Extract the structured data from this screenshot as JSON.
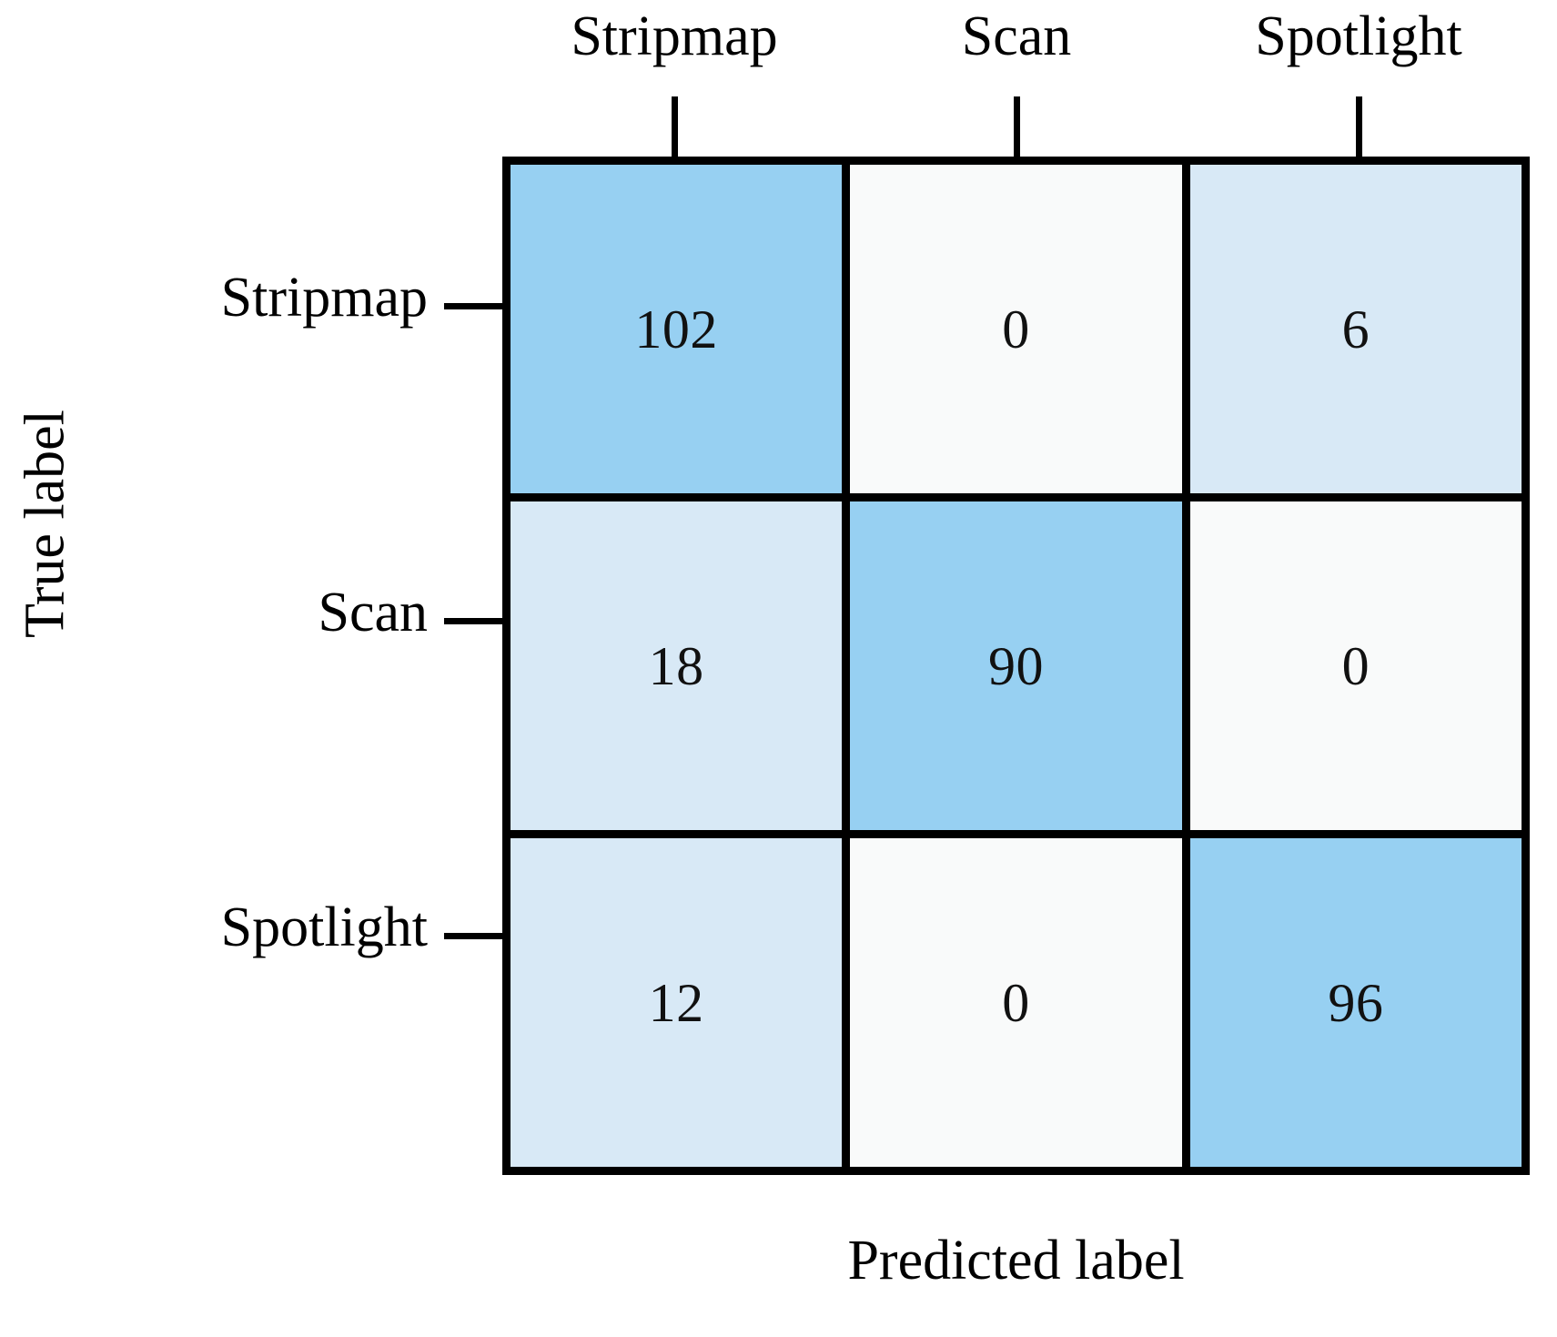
{
  "chart_data": {
    "type": "heatmap",
    "subtype": "confusion-matrix",
    "title": "",
    "xlabel": "Predicted label",
    "ylabel": "True label",
    "categories": [
      "Stripmap",
      "Scan",
      "Spotlight"
    ],
    "x_tick_labels": [
      "Stripmap",
      "Scan",
      "Spotlight"
    ],
    "y_tick_labels": [
      "Stripmap",
      "Scan",
      "Spotlight"
    ],
    "matrix": [
      [
        102,
        0,
        6
      ],
      [
        18,
        90,
        0
      ],
      [
        12,
        0,
        96
      ]
    ],
    "rows": [
      {
        "true_label": "Stripmap",
        "cells": [
          {
            "predicted": "Stripmap",
            "value": 102,
            "color": "#97d0f2"
          },
          {
            "predicted": "Scan",
            "value": 0,
            "color": "#f9fafa"
          },
          {
            "predicted": "Spotlight",
            "value": 6,
            "color": "#d8e9f6"
          }
        ]
      },
      {
        "true_label": "Scan",
        "cells": [
          {
            "predicted": "Stripmap",
            "value": 18,
            "color": "#d8e9f6"
          },
          {
            "predicted": "Scan",
            "value": 90,
            "color": "#97d0f2"
          },
          {
            "predicted": "Spotlight",
            "value": 0,
            "color": "#f9fafa"
          }
        ]
      },
      {
        "true_label": "Spotlight",
        "cells": [
          {
            "predicted": "Stripmap",
            "value": 12,
            "color": "#d8e9f6"
          },
          {
            "predicted": "Scan",
            "value": 0,
            "color": "#f9fafa"
          },
          {
            "predicted": "Spotlight",
            "value": 96,
            "color": "#97d0f2"
          }
        ]
      }
    ],
    "colorscale": {
      "name": "Blues",
      "low": "#f9fafa",
      "high": "#97d0f2",
      "vmin": 0,
      "vmax": 102
    },
    "grid": true,
    "legend": "none",
    "border_color": "#000000",
    "text_color": "#111111"
  }
}
